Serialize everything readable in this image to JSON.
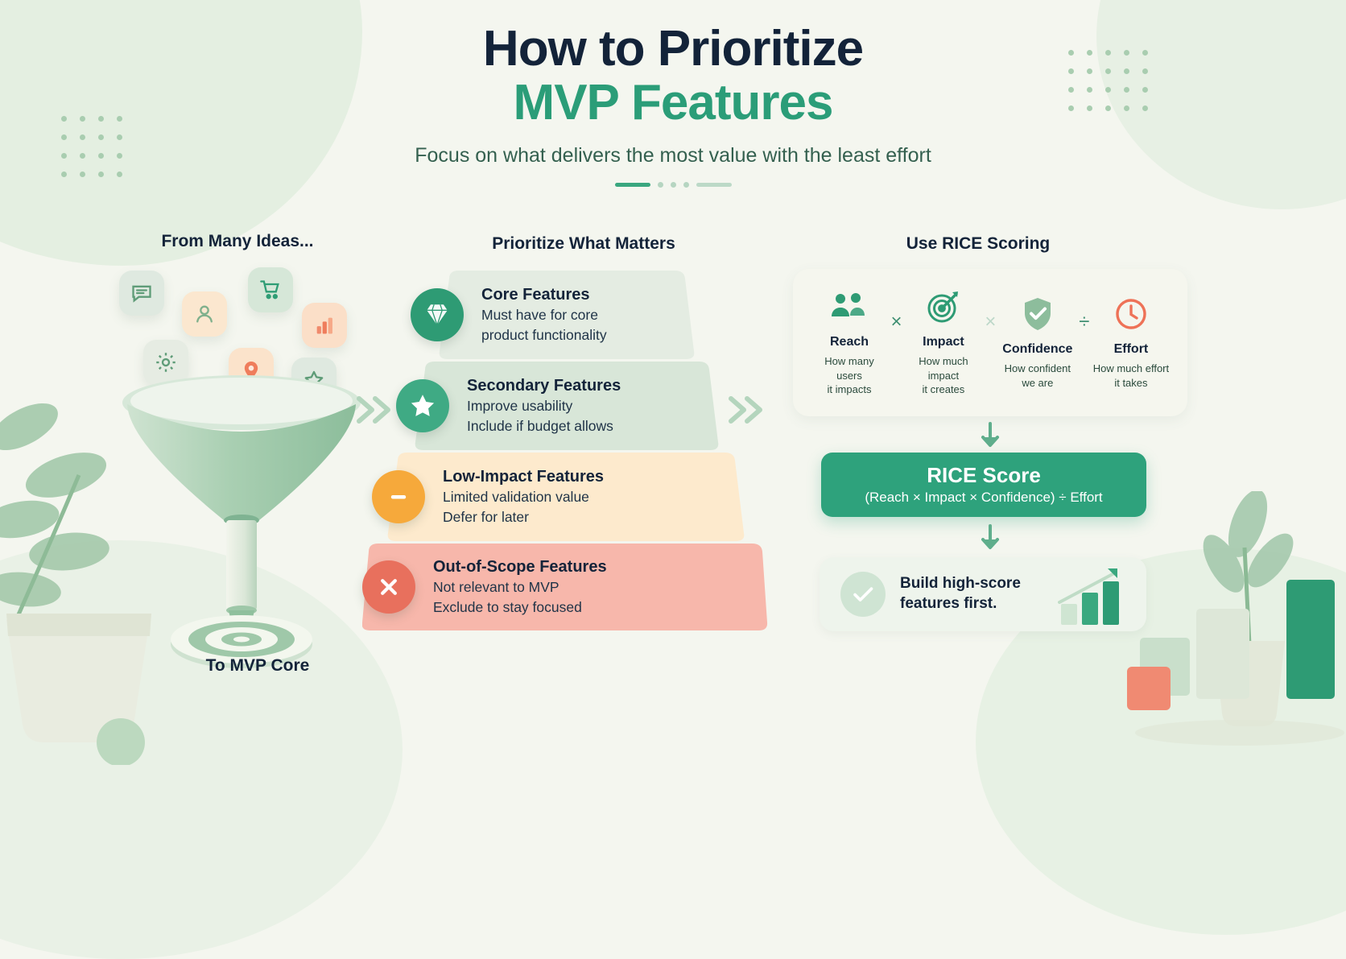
{
  "header": {
    "title_line1": "How to Prioritize",
    "title_line2": "MVP Features",
    "subtitle": "Focus on what delivers the most value with the least effort",
    "accent_color": "#2b9d78",
    "title_color": "#132339"
  },
  "columns": {
    "left_heading": "From Many Ideas...",
    "middle_heading": "Prioritize What Matters",
    "right_heading": "Use RICE Scoring"
  },
  "funnel": {
    "caption": "To MVP Core",
    "idea_icons": [
      {
        "name": "chat-bubble-icon",
        "tile_color": "#dfe9e0"
      },
      {
        "name": "user-icon",
        "tile_color": "#fbe7cf"
      },
      {
        "name": "shopping-cart-icon",
        "tile_color": "#d6e7d8"
      },
      {
        "name": "bar-chart-icon",
        "tile_color": "#fbdfc8"
      },
      {
        "name": "gear-icon",
        "tile_color": "#e6ece3"
      },
      {
        "name": "location-pin-icon",
        "tile_color": "#fbe3cb"
      },
      {
        "name": "star-icon",
        "tile_color": "#dfe9e0"
      }
    ]
  },
  "pyramid": {
    "tiers": [
      {
        "title": "Core Features",
        "lines": [
          "Must have for core",
          "product functionality"
        ],
        "icon": "diamond-icon",
        "band_color": "#e4ece2",
        "icon_bg": "#2e9b74"
      },
      {
        "title": "Secondary Features",
        "lines": [
          "Improve usability",
          "Include if budget allows"
        ],
        "icon": "star-icon",
        "band_color": "#d8e6d8",
        "icon_bg": "#3faa84"
      },
      {
        "title": "Low-Impact Features",
        "lines": [
          "Limited validation value",
          "Defer for later"
        ],
        "icon": "minus-icon",
        "band_color": "#fdeacd",
        "icon_bg": "#f6a93b"
      },
      {
        "title": "Out-of-Scope Features",
        "lines": [
          "Not relevant to MVP",
          "Exclude to stay focused"
        ],
        "icon": "close-x-icon",
        "band_color": "#f7b7ab",
        "icon_bg": "#e8705d"
      }
    ]
  },
  "rice": {
    "factors": [
      {
        "name": "Reach",
        "desc_line1": "How many users",
        "desc_line2": "it impacts",
        "icon": "people-icon",
        "color": "#2e9b74"
      },
      {
        "name": "Impact",
        "desc_line1": "How much impact",
        "desc_line2": "it creates",
        "icon": "target-icon",
        "color": "#2e9b74"
      },
      {
        "name": "Confidence",
        "desc_line1": "How confident",
        "desc_line2": "we are",
        "icon": "shield-check-icon",
        "color": "#8dbd9c"
      },
      {
        "name": "Effort",
        "desc_line1": "How much effort",
        "desc_line2": "it takes",
        "icon": "clock-icon",
        "color": "#ee7257"
      }
    ],
    "operators": [
      "×",
      "×",
      "÷"
    ],
    "score_title": "RICE Score",
    "score_formula": "(Reach × Impact × Confidence) ÷ Effort",
    "score_band_color": "#2ea27c",
    "result_line1": "Build high-score",
    "result_line2": "features first.",
    "result_icon": "check-circle-icon"
  }
}
